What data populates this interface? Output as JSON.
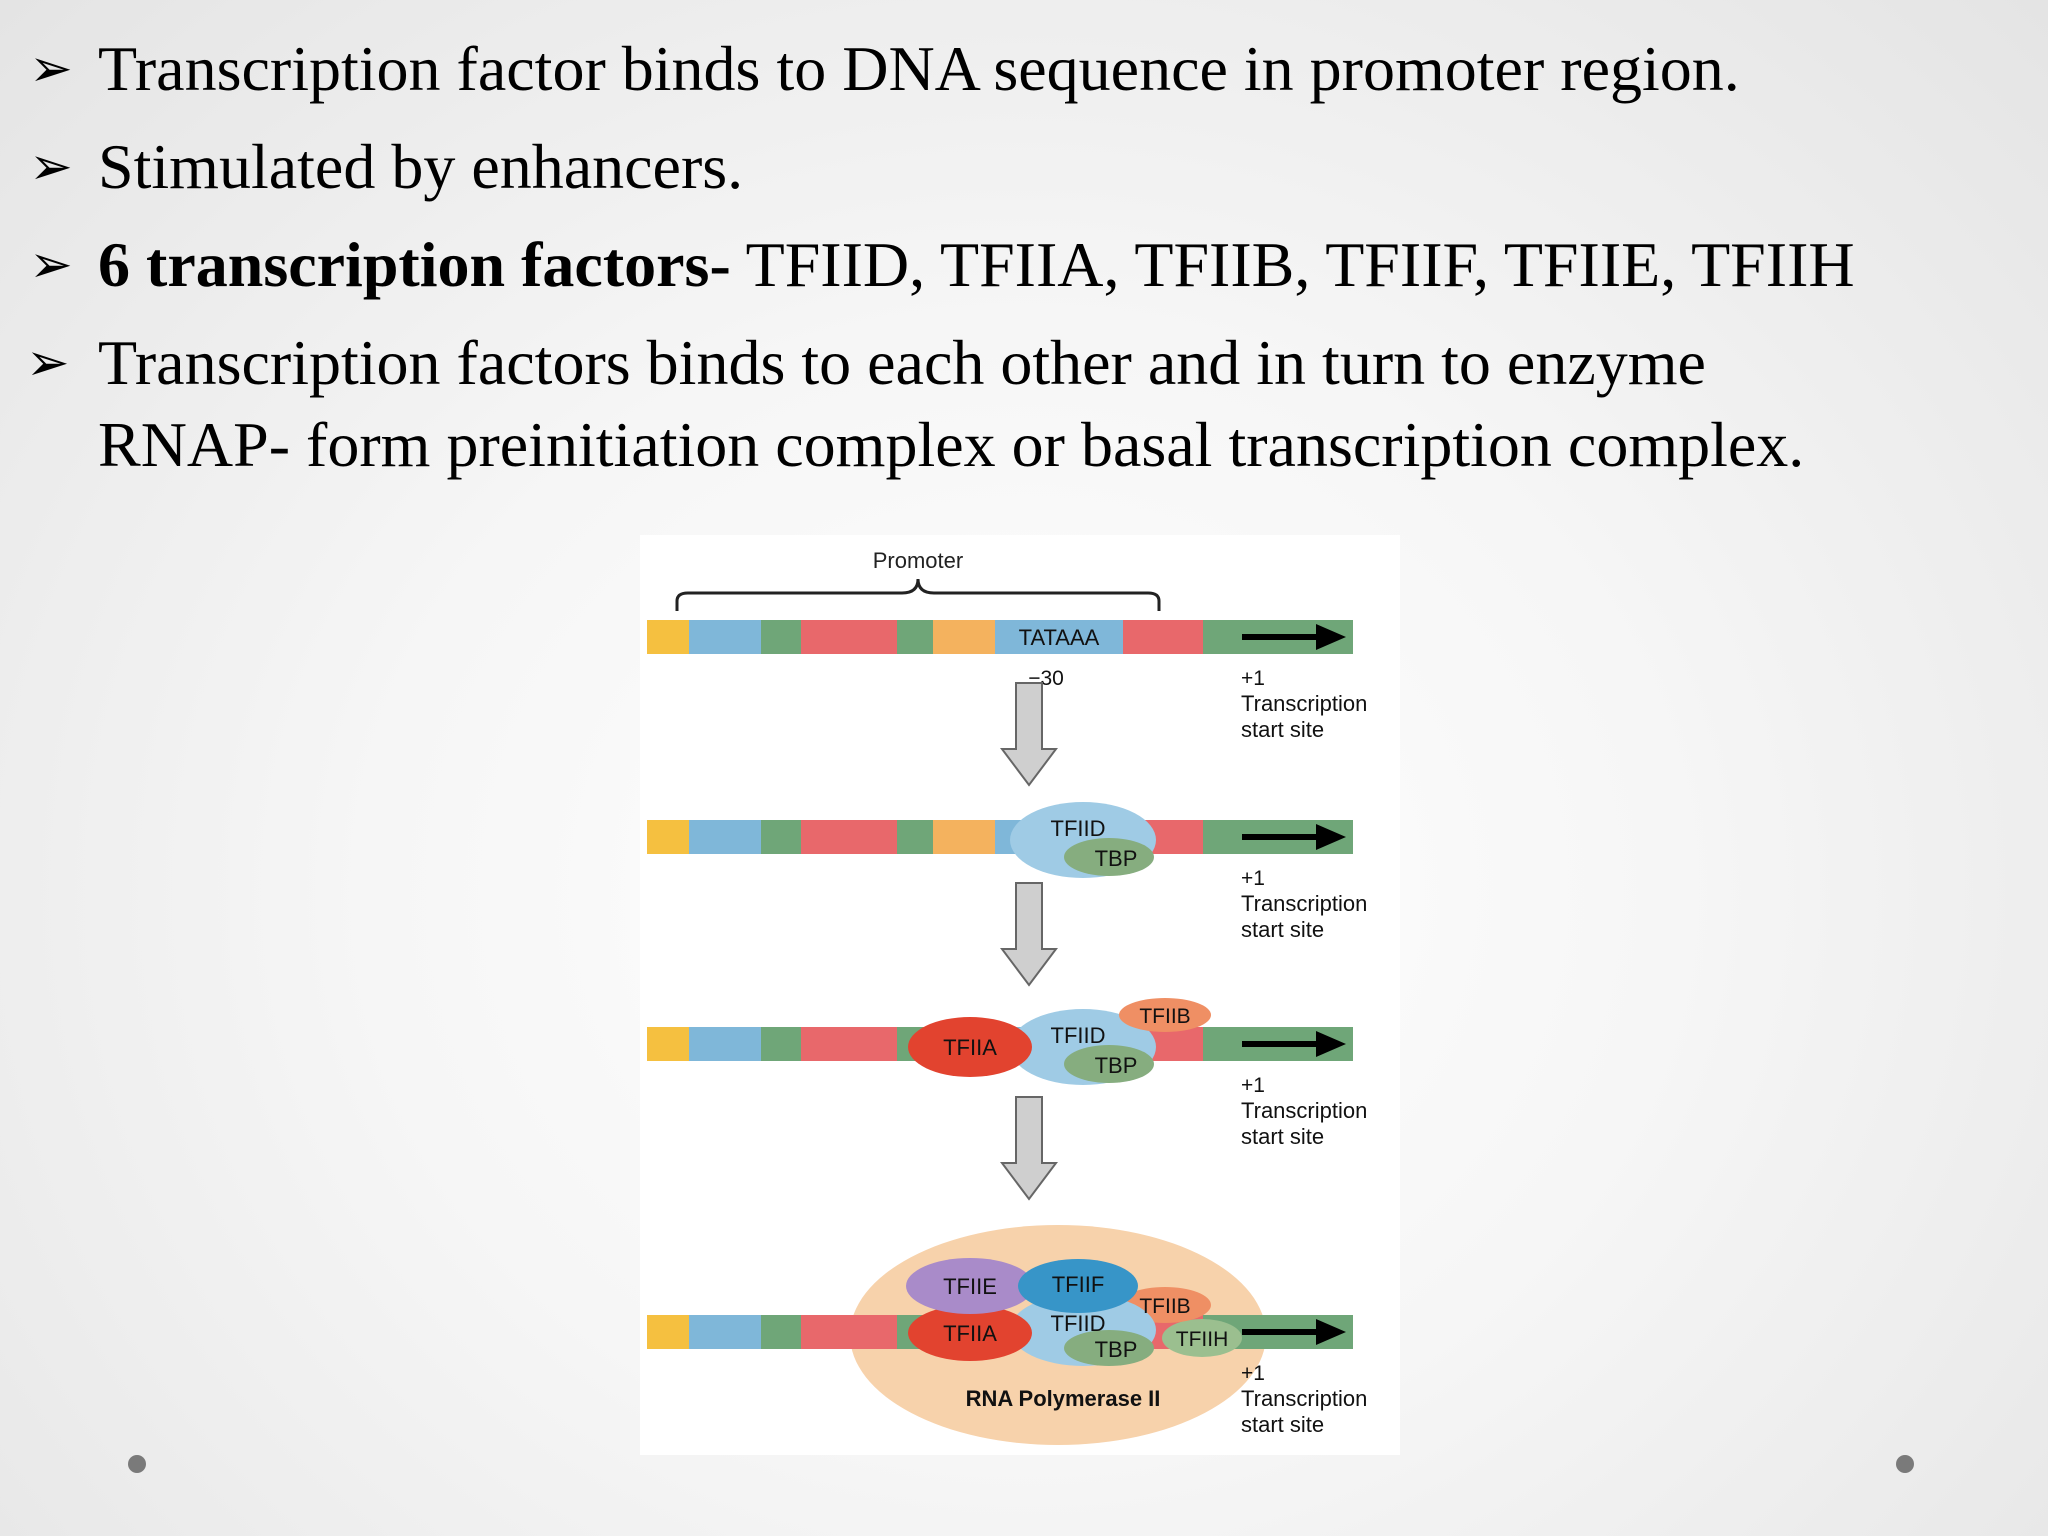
{
  "bullets": {
    "b1": "Transcription factor binds to DNA sequence in promoter region.",
    "b2": "Stimulated by enhancers.",
    "b3_bold": "6 transcription factors-",
    "b3_rest": " TFIID, TFIIA, TFIIB, TFIIF, TFIIE, TFIIH",
    "b4_line1": "Transcription factors binds to each other and in turn to enzyme",
    "b4_line2": "RNAP- form preinitiation complex or basal transcription complex."
  },
  "diagram": {
    "promoter_label": "Promoter",
    "tata_label": "TATAAA",
    "minus30_label": "−30",
    "plus1_label": "+1",
    "tss_line1": "Transcription",
    "tss_line2": "start site",
    "tfiid": "TFIID",
    "tbp": "TBP",
    "tfiia": "TFIIA",
    "tfiib": "TFIIB",
    "tfiie": "TFIIE",
    "tfiif": "TFIIF",
    "tfiih": "TFIIH",
    "rnap_label": "RNA Polymerase II"
  },
  "colors": {
    "yellow": "#f5c040",
    "blue": "#7fb7d9",
    "green": "#6fa678",
    "red": "#e8686b",
    "orange": "#f4b25e",
    "tfiid": "#9fcbe5",
    "tbp": "#86ad7f",
    "tfiia": "#e2432f",
    "tfiib": "#ef8f64",
    "tfiie": "#a98bc9",
    "tfiif": "#3795c8",
    "tfiih": "#9bbf8f",
    "rnap": "#f7d2ab",
    "arrow_fill": "#cfcfcf"
  }
}
